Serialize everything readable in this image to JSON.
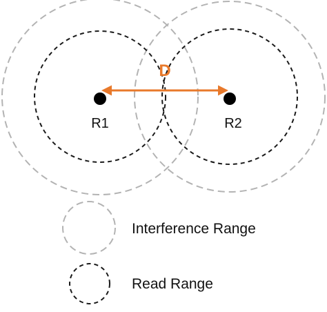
{
  "readers": [
    {
      "id": "r1",
      "label": "R1"
    },
    {
      "id": "r2",
      "label": "R2"
    }
  ],
  "distance": {
    "label": "D"
  },
  "legend": {
    "interference": {
      "label": "Interference Range"
    },
    "read": {
      "label": "Read Range"
    }
  },
  "colors": {
    "interference_ring": "#b3b3b3",
    "read_ring": "#1a1a1a",
    "distance_arrow": "#e8792b",
    "reader_dot": "#000000",
    "text": "#111111"
  }
}
